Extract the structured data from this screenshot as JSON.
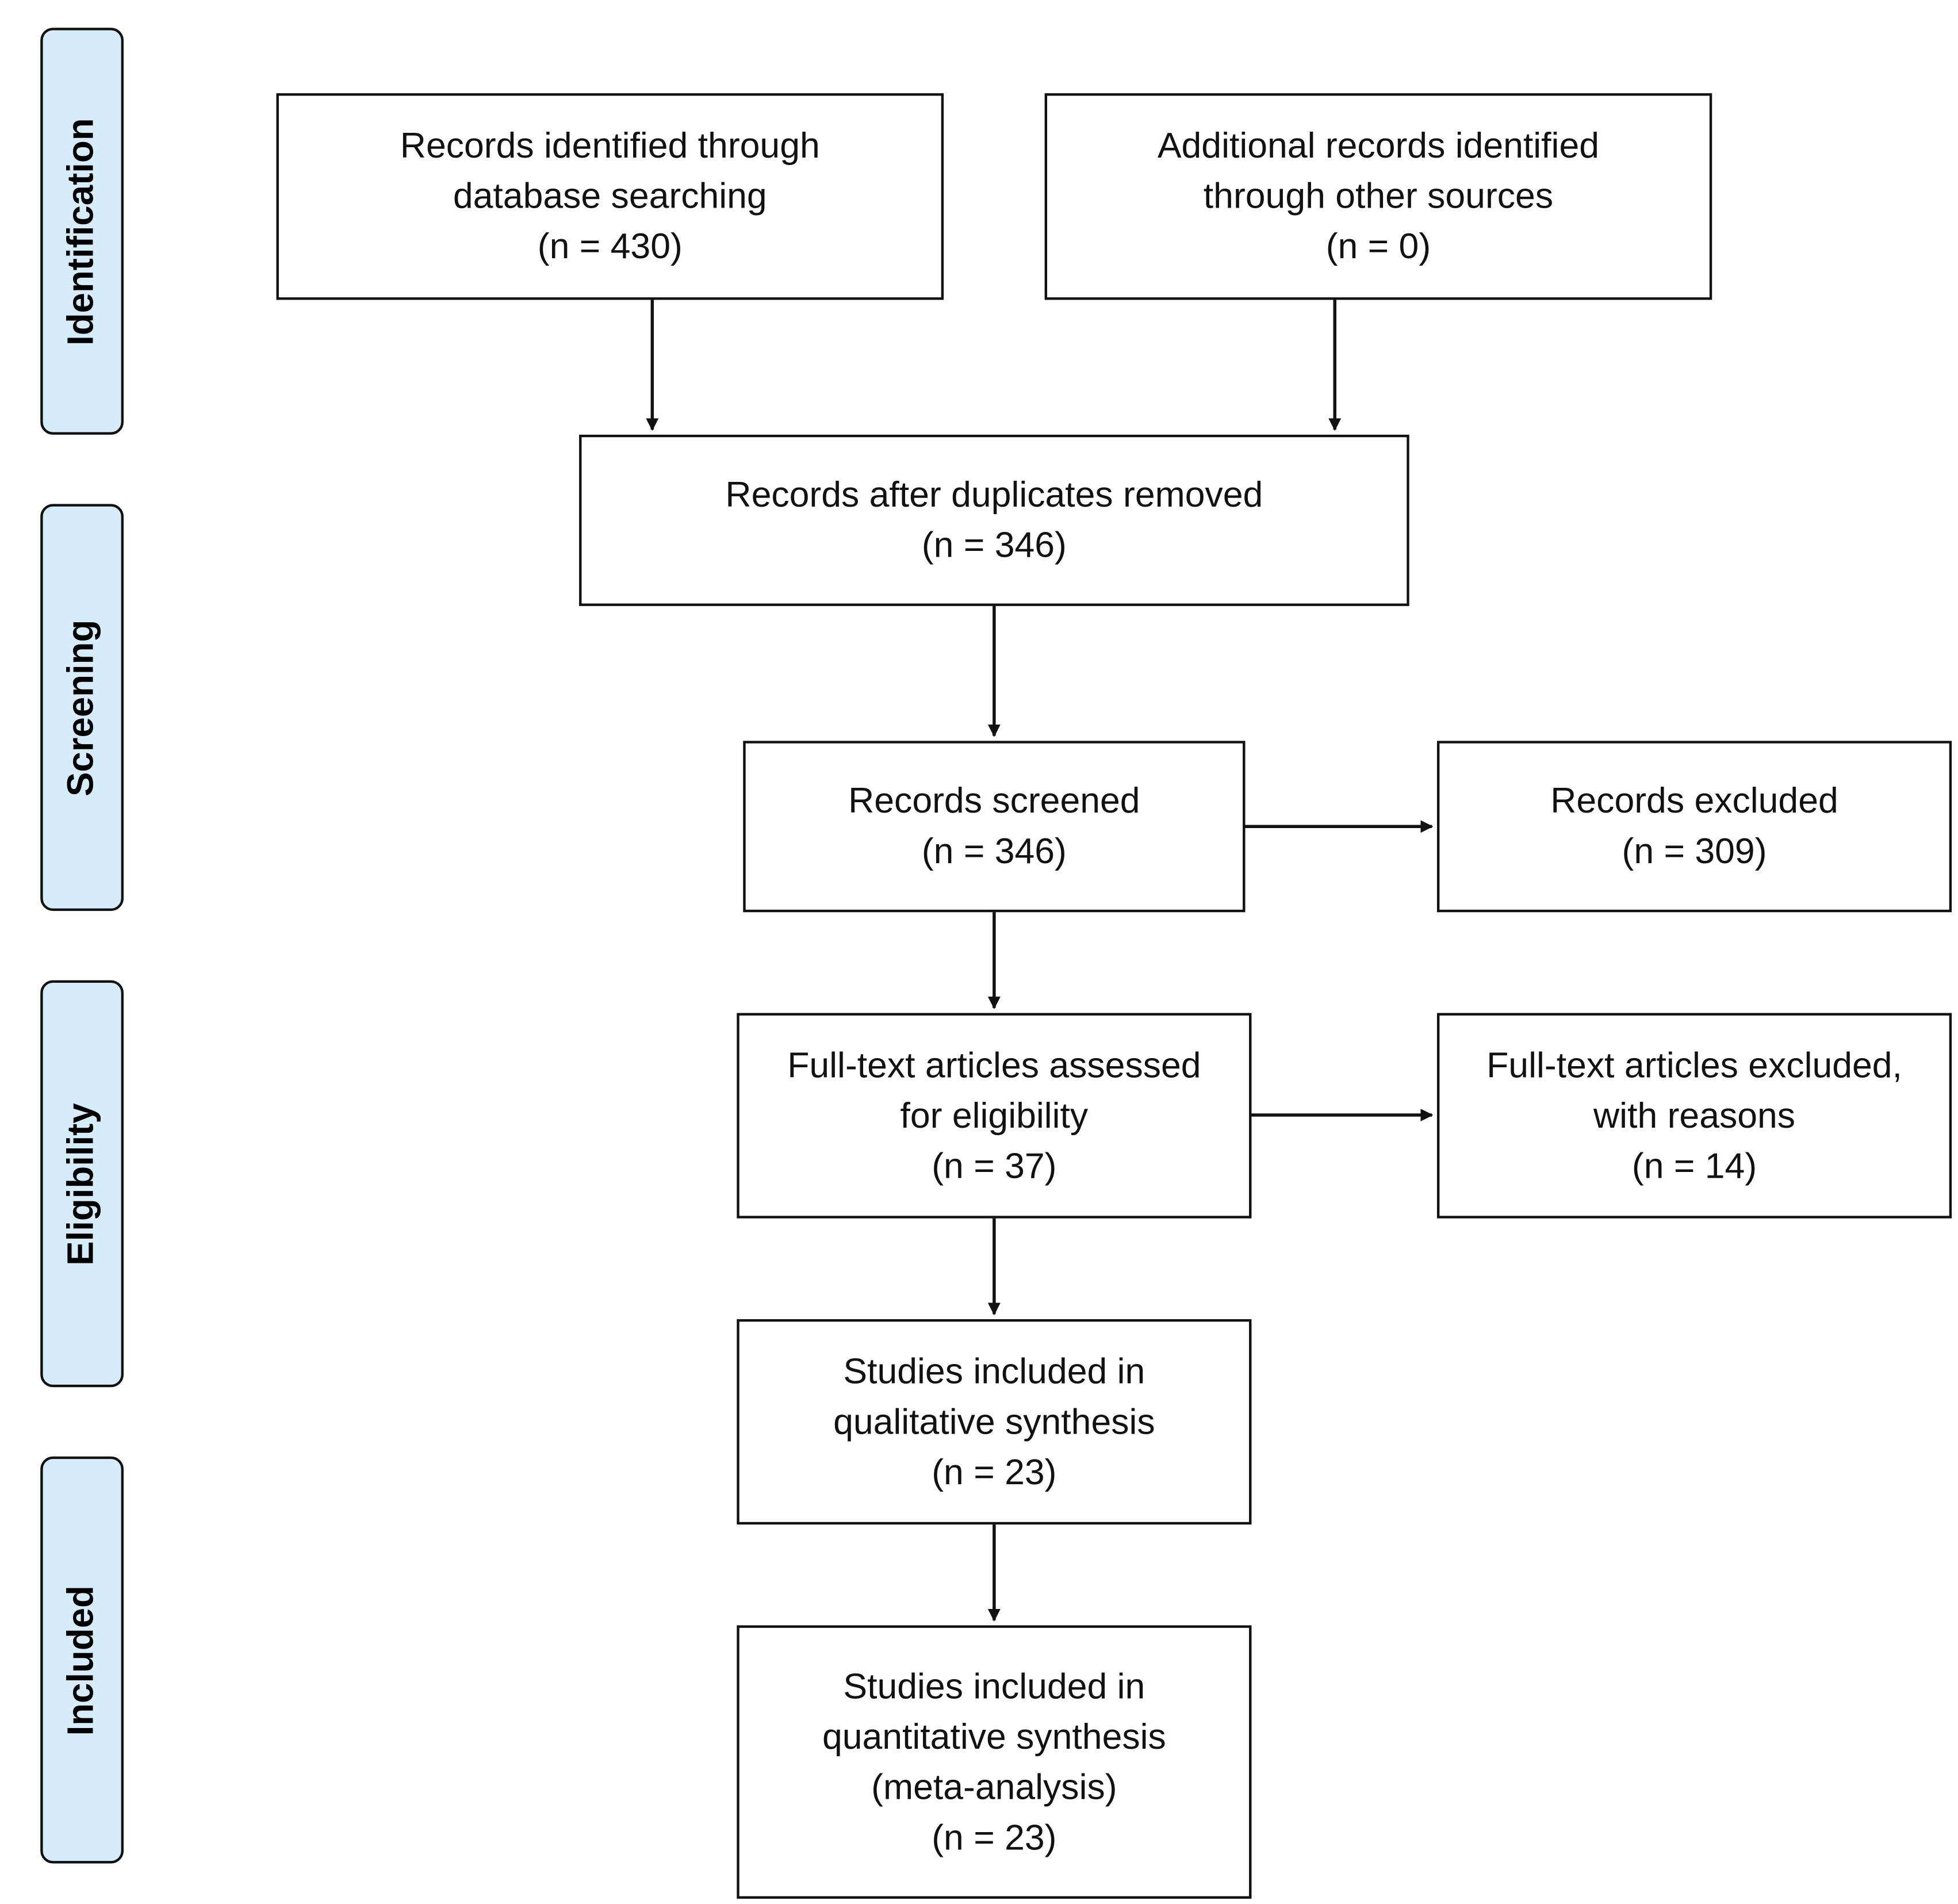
{
  "phases": {
    "identification": "Identification",
    "screening": "Screening",
    "eligibility": "Eligibility",
    "included": "Included"
  },
  "boxes": {
    "database_search": {
      "line1": "Records identified through",
      "line2": "database searching",
      "count": "(n = 430)"
    },
    "other_sources": {
      "line1": "Additional records identified",
      "line2": "through other sources",
      "count": "(n = 0)"
    },
    "duplicates_removed": {
      "line1": "Records after duplicates removed",
      "count": "(n = 346)"
    },
    "screened": {
      "line1": "Records screened",
      "count": "(n = 346)"
    },
    "excluded": {
      "line1": "Records excluded",
      "count": "(n = 309)"
    },
    "fulltext_assessed": {
      "line1": "Full-text articles assessed",
      "line2": "for eligibility",
      "count": "(n = 37)"
    },
    "fulltext_excluded": {
      "line1": "Full-text articles excluded,",
      "line2": "with reasons",
      "count": "(n = 14)"
    },
    "qualitative": {
      "line1": "Studies included in",
      "line2": "qualitative synthesis",
      "count": "(n = 23)"
    },
    "quantitative": {
      "line1": "Studies included in",
      "line2": "quantitative synthesis",
      "line3": "(meta-analysis)",
      "count": "(n = 23)"
    }
  }
}
